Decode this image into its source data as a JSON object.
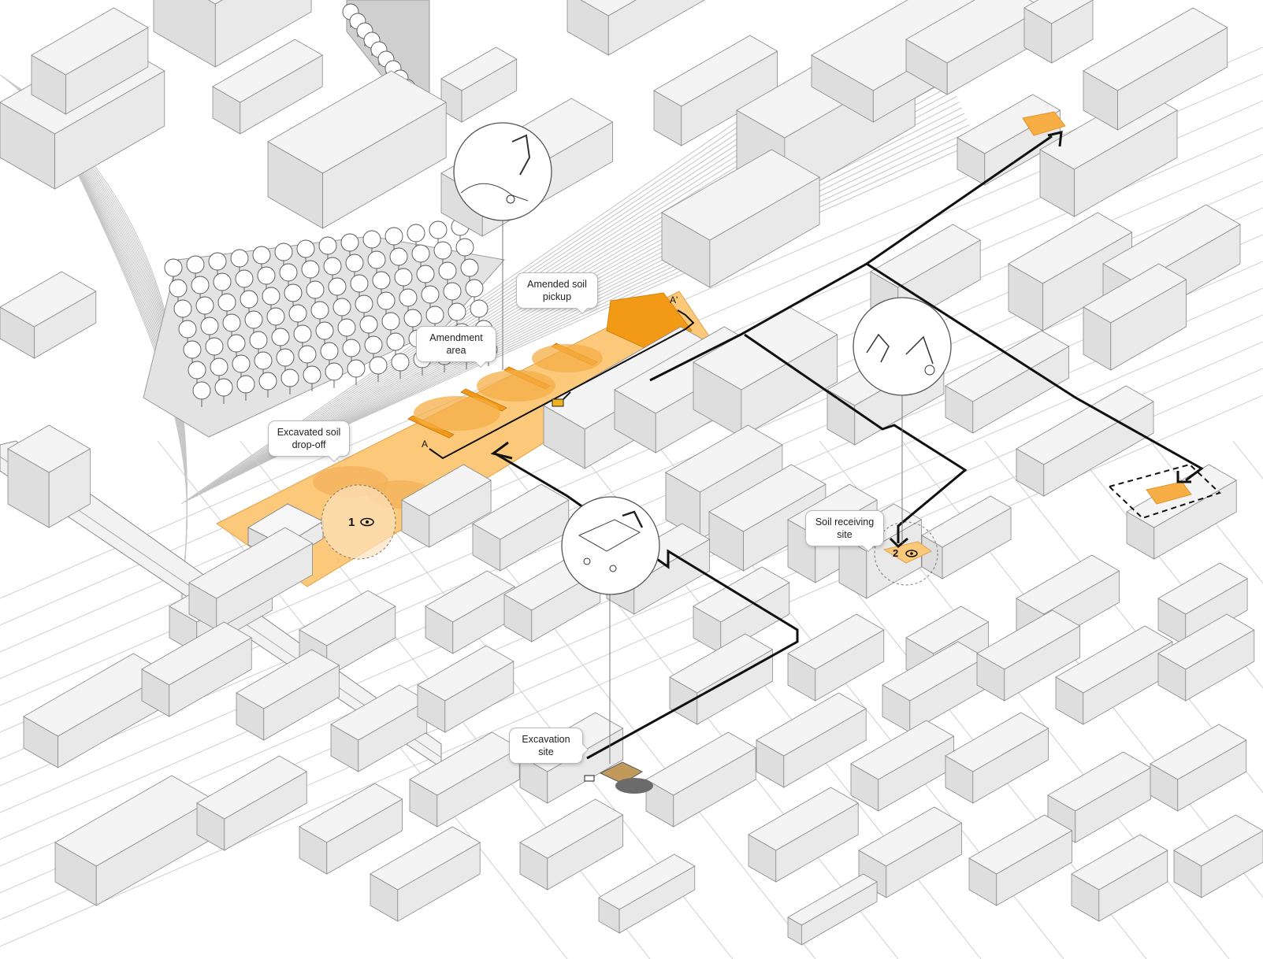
{
  "labels": {
    "amended_pickup": "Amended soil\npickup",
    "amendment_area": "Amendment\narea",
    "excavated_dropoff": "Excavated soil\ndrop-off",
    "soil_receiving": "Soil receiving\nsite",
    "excavation_site": "Excavation\nsite"
  },
  "section": {
    "start": "A",
    "end": "A'"
  },
  "views": {
    "one": "1",
    "two": "2"
  },
  "colors": {
    "accent_fill": "#fcc87a",
    "accent_dark": "#f29a16",
    "accent_mid": "#f6ae45",
    "building_top": "#f4f4f4",
    "building_left": "#dedede",
    "building_right": "#e9e9e9",
    "line": "#8a8a8a",
    "route": "#111111"
  },
  "icons": [
    "eye-icon",
    "excavator-icon",
    "arrow-head-icon"
  ]
}
